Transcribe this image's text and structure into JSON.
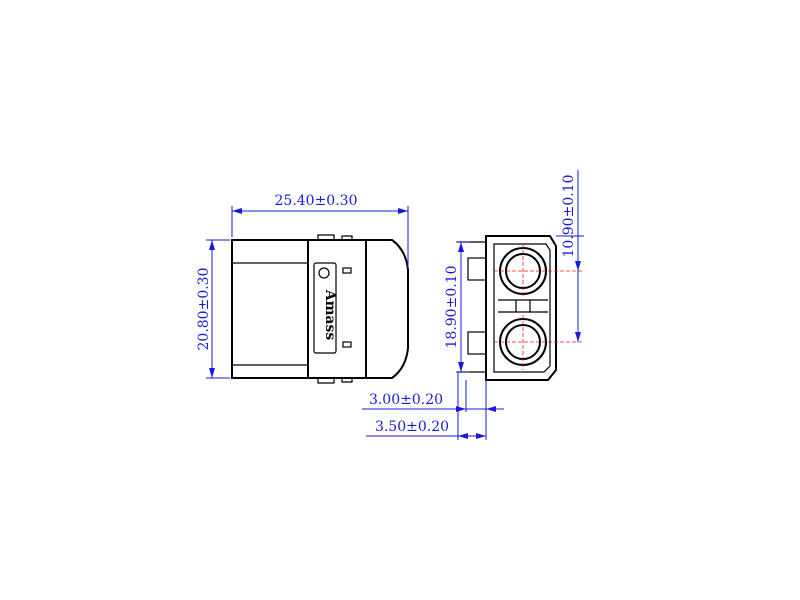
{
  "drawing": {
    "brand_mark": "Amass",
    "dimensions": {
      "overall_length": "25.40±0.30",
      "overall_height": "20.80±0.30",
      "pin_pitch": "18.90±0.10",
      "pin_offset": "10.90±0.10",
      "pin_width": "3.00±0.20",
      "pin_spacing": "3.50±0.20"
    },
    "colors": {
      "outline": "#000000",
      "dimension": "#1a1adc",
      "centerline": "#e02020"
    }
  }
}
